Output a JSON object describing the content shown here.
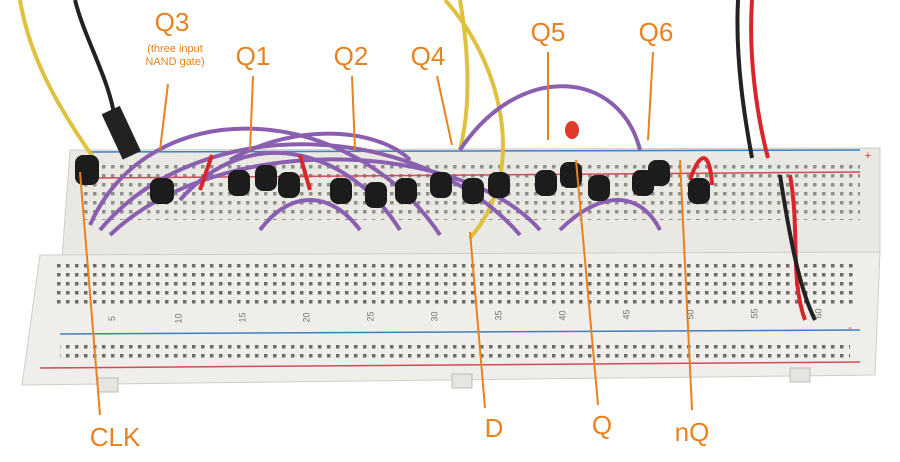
{
  "labels": {
    "q3": "Q3",
    "q3_note_line1": "(three input",
    "q3_note_line2": "NAND gate)",
    "q1": "Q1",
    "q2": "Q2",
    "q4": "Q4",
    "q5": "Q5",
    "q6": "Q6",
    "clk": "CLK",
    "d": "D",
    "q": "Q",
    "nq": "nQ"
  },
  "breadboard": {
    "column_numbers": [
      "5",
      "10",
      "15",
      "20",
      "25",
      "30",
      "35",
      "40",
      "45",
      "50",
      "55",
      "60"
    ],
    "rail_plus": "+",
    "rail_minus": "-"
  },
  "colors": {
    "annotation": "#e8821e",
    "wire_purple": "#8a5fb0",
    "wire_yellow": "#e0c040",
    "wire_red": "#d8262a",
    "board": "#ecebe6"
  }
}
